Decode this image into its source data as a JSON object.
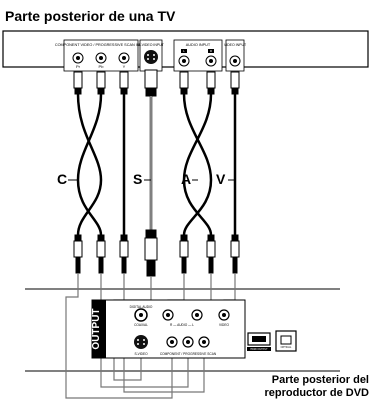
{
  "title": "Parte posterior de una TV",
  "caption": "Parte posterior del reproductor de DVD",
  "tv_panels": {
    "component": "COMPONENT VIDEO / PROGRESSIVE SCAN INPUT",
    "component_ports": [
      "Pr",
      "Pb",
      "Y"
    ],
    "svideo": "S-VIDEO INPUT",
    "audio": "AUDIO INPUT",
    "audio_ports": [
      "L",
      "R"
    ],
    "video": "VIDEO INPUT"
  },
  "cable_labels": [
    "C",
    "S",
    "A",
    "V"
  ],
  "dvd_panel": {
    "output": "OUTPUT",
    "digital_audio": "DIGITAL AUDIO",
    "coaxial": "COAXIAL",
    "audio_row": "R — AUDIO — L",
    "video": "VIDEO",
    "svideo": "S-VIDEO",
    "component": "COMPONENT / PROGRESSIVE SCAN",
    "hdmi": "HDMI OUTPUT",
    "optical": "OPTICAL"
  }
}
